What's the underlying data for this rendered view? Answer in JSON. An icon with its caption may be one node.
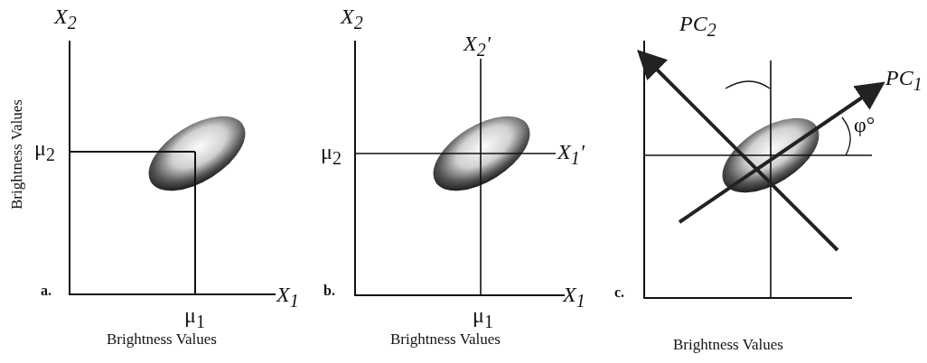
{
  "diagram": {
    "labels": [
      "X$_{2}$",
      "Brightness Values",
      "μ$_{2}$",
      "a.",
      "μ$_{1}$",
      "X$_{1}$",
      "Brightness Values",
      "X$_{2}$",
      "X$_{2}$'",
      "μ$_{2}$",
      "X$_{1}$'",
      "b.",
      "μ$_{1}$",
      "X$_{1}$",
      "Brightness Values",
      "PC$_{2}$",
      "PC$_{1}$",
      "φ°",
      "c.",
      "Brightness Values"
    ]
  }
}
